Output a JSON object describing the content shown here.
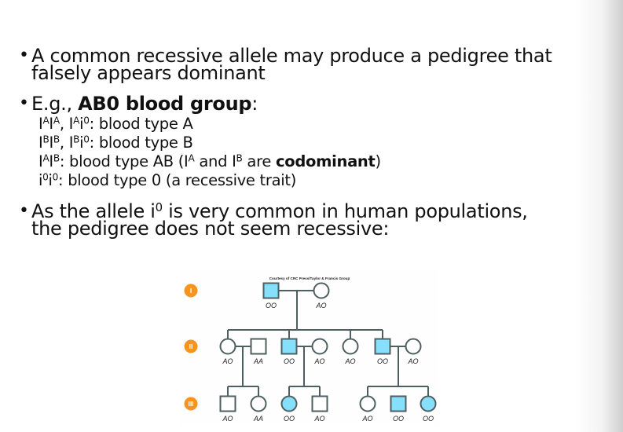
{
  "slide": {
    "bullets": [
      {
        "line1": "A common recessive allele may produce a pedigree that",
        "line2": "falsely appears dominant"
      },
      {
        "prefix": "E.g., ",
        "bold": "AB0 blood group",
        "suffix": ":",
        "sub_items": [
          {
            "parts": [
              {
                "t": "I"
              },
              {
                "sup": "A"
              },
              {
                "t": "I"
              },
              {
                "sup": "A"
              },
              {
                "t": ", I"
              },
              {
                "sup": "A"
              },
              {
                "t": "i"
              },
              {
                "sup": "0"
              },
              {
                "t": ": blood type A"
              }
            ]
          },
          {
            "parts": [
              {
                "t": "I"
              },
              {
                "sup": "B"
              },
              {
                "t": "I"
              },
              {
                "sup": "B"
              },
              {
                "t": ", I"
              },
              {
                "sup": "B"
              },
              {
                "t": "i"
              },
              {
                "sup": "0"
              },
              {
                "t": ": blood type B"
              }
            ]
          },
          {
            "parts": [
              {
                "t": "I"
              },
              {
                "sup": "A"
              },
              {
                "t": "I"
              },
              {
                "sup": "B"
              },
              {
                "t": ": blood type AB (I"
              },
              {
                "sup": "A"
              },
              {
                "t": " and I"
              },
              {
                "sup": "B"
              },
              {
                "t": " are "
              },
              {
                "b": "codominant"
              },
              {
                "t": ")"
              }
            ]
          },
          {
            "parts": [
              {
                "t": "i"
              },
              {
                "sup": "0"
              },
              {
                "t": "i"
              },
              {
                "sup": "0"
              },
              {
                "t": ": blood type 0 (a recessive trait)"
              }
            ]
          }
        ]
      },
      {
        "line1_parts": [
          {
            "t": "As the allele i"
          },
          {
            "sup": "0"
          },
          {
            "t": " is very common in human populations,"
          }
        ],
        "line2": "the pedigree does not seem recessive:"
      }
    ]
  },
  "pedigree": {
    "credit": "Courtesy of CRC Press/Taylor & Francis Group",
    "colors": {
      "affected_fill": "#86e0fb",
      "line": "#4f5e61",
      "generation_badge": "#f7941d"
    },
    "generations": [
      {
        "label": "I",
        "individuals": [
          {
            "sex": "male",
            "affected": true,
            "genotype": "OO"
          },
          {
            "sex": "female",
            "affected": false,
            "genotype": "AO"
          }
        ]
      },
      {
        "label": "II",
        "individuals": [
          {
            "sex": "female",
            "affected": false,
            "genotype": "AO"
          },
          {
            "sex": "male",
            "affected": false,
            "genotype": "AA"
          },
          {
            "sex": "male",
            "affected": true,
            "genotype": "OO"
          },
          {
            "sex": "female",
            "affected": false,
            "genotype": "AO"
          },
          {
            "sex": "female",
            "affected": false,
            "genotype": "AO"
          },
          {
            "sex": "male",
            "affected": true,
            "genotype": "OO"
          },
          {
            "sex": "female",
            "affected": false,
            "genotype": "AO"
          }
        ]
      },
      {
        "label": "III",
        "individuals": [
          {
            "sex": "male",
            "affected": false,
            "genotype": "AO"
          },
          {
            "sex": "female",
            "affected": false,
            "genotype": "AA"
          },
          {
            "sex": "female",
            "affected": true,
            "genotype": "OO"
          },
          {
            "sex": "male",
            "affected": false,
            "genotype": "AO"
          },
          {
            "sex": "female",
            "affected": false,
            "genotype": "AO"
          },
          {
            "sex": "male",
            "affected": true,
            "genotype": "OO"
          },
          {
            "sex": "female",
            "affected": true,
            "genotype": "OO"
          }
        ]
      }
    ]
  }
}
